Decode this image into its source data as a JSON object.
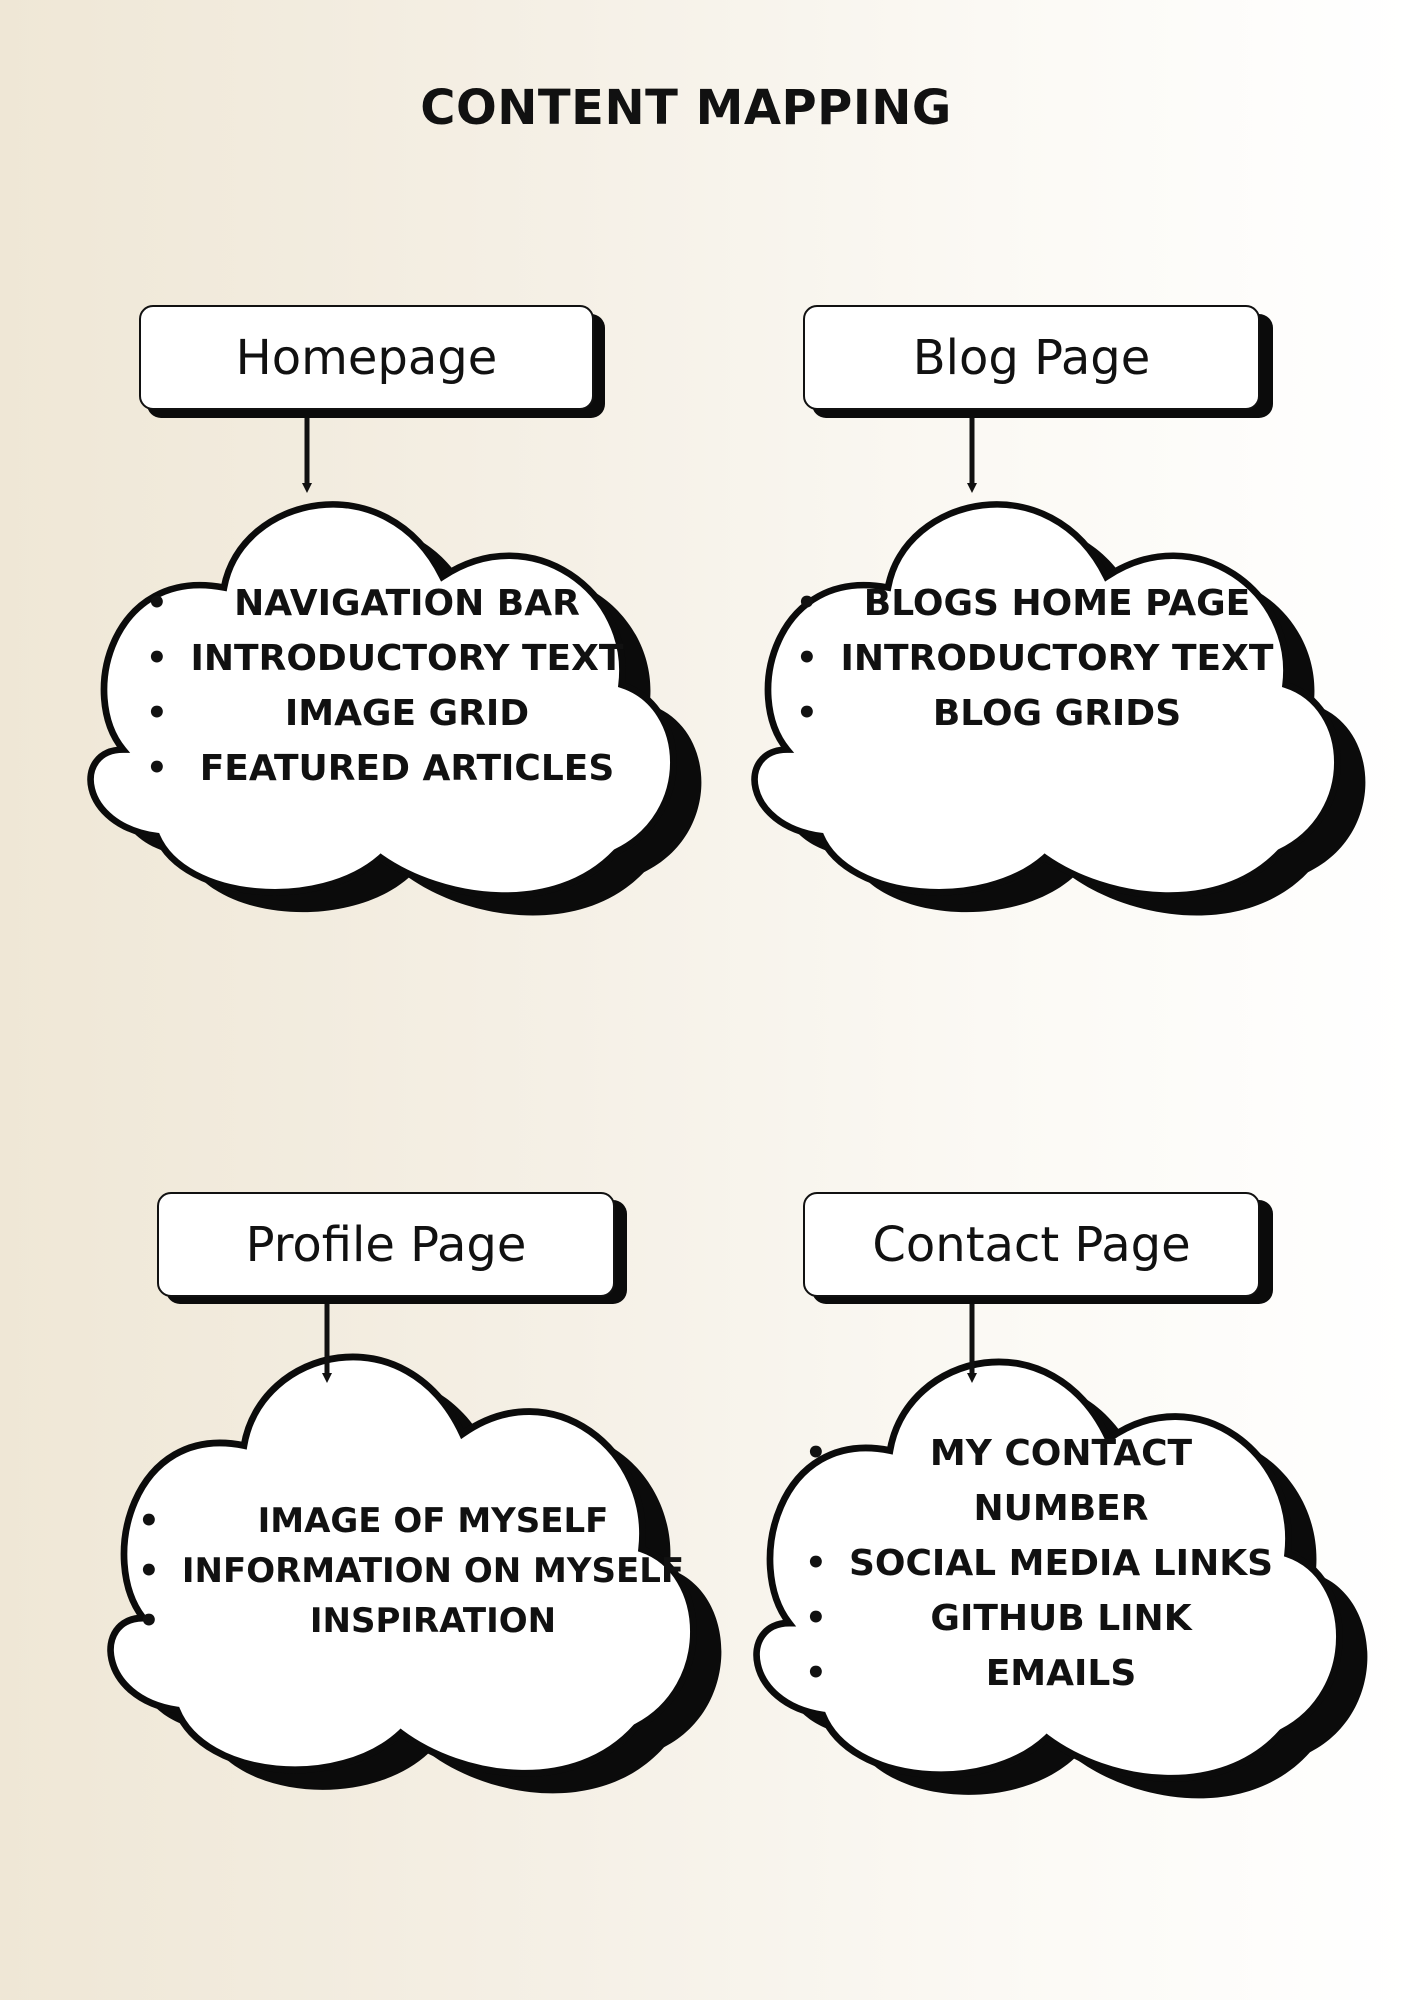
{
  "title": "CONTENT MAPPING",
  "sections": [
    {
      "label": "Homepage",
      "items": [
        "NAVIGATION BAR",
        "INTRODUCTORY TEXT",
        "IMAGE GRID",
        "FEATURED ARTICLES"
      ]
    },
    {
      "label": "Blog Page",
      "items": [
        "BLOGS HOME PAGE",
        "INTRODUCTORY TEXT",
        "BLOG GRIDS"
      ]
    },
    {
      "label": "Profile Page",
      "items": [
        "IMAGE OF MYSELF",
        "INFORMATION ON MYSELF",
        "INSPIRATION"
      ]
    },
    {
      "label": "Contact Page",
      "items": [
        "MY CONTACT",
        "NUMBER",
        "SOCIAL MEDIA LINKS",
        "GITHUB LINK",
        "EMAILS"
      ]
    }
  ]
}
